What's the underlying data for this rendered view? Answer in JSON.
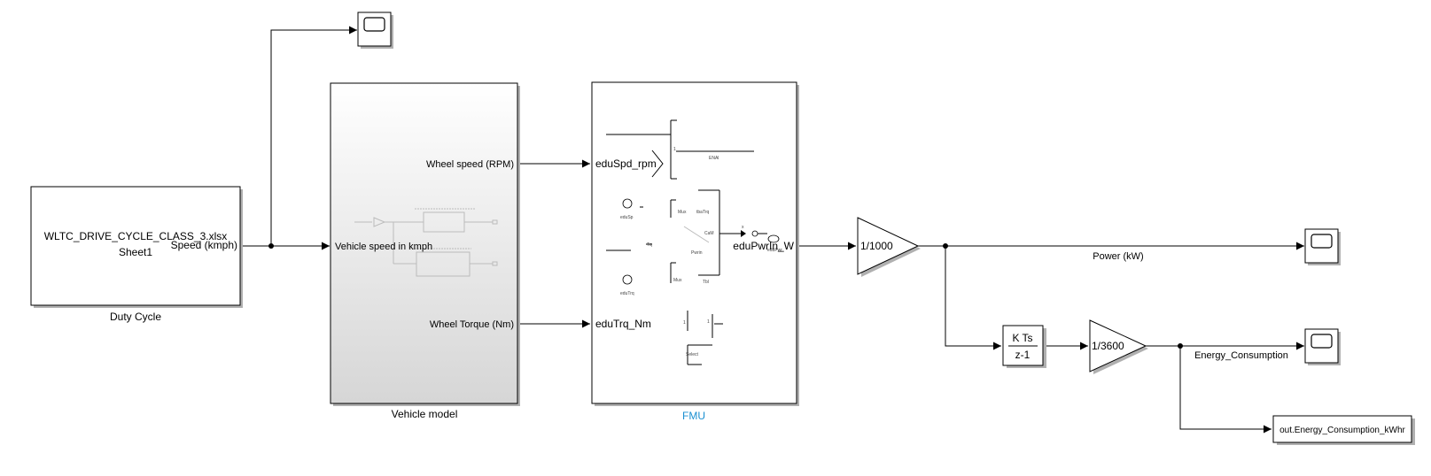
{
  "duty_cycle": {
    "file": "WLTC_DRIVE_CYCLE_CLASS_3.xlsx",
    "sheet": "Sheet1",
    "port_out": "Speed (kmph)",
    "name": "Duty Cycle"
  },
  "vehicle_model": {
    "name": "Vehicle model",
    "port_in": "Vehicle speed in kmph",
    "port_out_speed": "Wheel speed (RPM)",
    "port_out_torque": "Wheel Torque (Nm)"
  },
  "fmu": {
    "name": "FMU",
    "port_in_speed": "eduSpd_rpm",
    "port_in_torque": "eduTrq_Nm",
    "port_out": "eduPwrIn_W"
  },
  "gain_power": {
    "value": "1/1000"
  },
  "discrete_integrator": {
    "numerator": "K Ts",
    "denominator": "z-1"
  },
  "gain_energy": {
    "value": "1/3600"
  },
  "signals": {
    "power": "Power (kW)",
    "energy": "Energy_Consumption"
  },
  "to_workspace": {
    "variable": "out.Energy_Consumption_kWhr"
  },
  "colors": {
    "fmu_label": "#1a8fd1",
    "wire": "#000000",
    "block_border": "#000000",
    "shadow": "#b0b0b0"
  }
}
